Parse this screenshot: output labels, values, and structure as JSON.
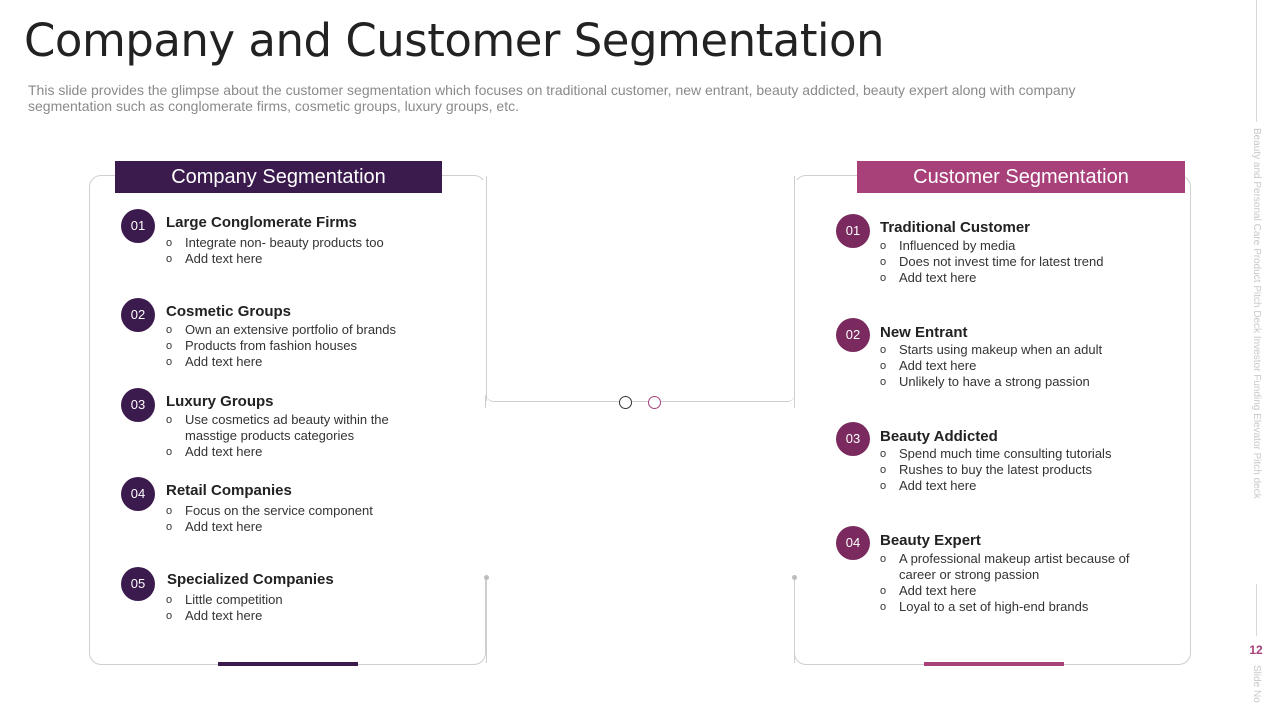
{
  "title": "Company and Customer Segmentation",
  "subtitle": "This slide provides the glimpse about the customer segmentation which focuses on traditional customer, new entrant, beauty addicted, beauty expert along with company segmentation such as conglomerate firms, cosmetic groups, luxury groups, etc.",
  "colors": {
    "dark_purple": "#3b1a4d",
    "magenta": "#a8407a",
    "badge_purple": "#3b1a4d",
    "badge_magenta": "#7a2a5e"
  },
  "bullet_glyph": "o",
  "company": {
    "header": "Company Segmentation",
    "items": [
      {
        "num": "01",
        "title": "Large Conglomerate Firms",
        "bullets": [
          "Integrate  non- beauty products too",
          "Add text here"
        ]
      },
      {
        "num": "02",
        "title": "Cosmetic Groups",
        "bullets": [
          "Own an extensive  portfolio  of brands",
          "Products from fashion  houses",
          "Add text here"
        ]
      },
      {
        "num": "03",
        "title": "Luxury Groups",
        "bullets": [
          "Use cosmetics ad beauty  within the masstige products categories",
          "Add text here"
        ]
      },
      {
        "num": "04",
        "title": "Retail Companies",
        "bullets": [
          "Focus on the service  component",
          "Add text here"
        ]
      },
      {
        "num": "05",
        "title": "Specialized Companies",
        "bullets": [
          "Little competition",
          "Add text here"
        ]
      }
    ]
  },
  "customer": {
    "header": "Customer Segmentation",
    "items": [
      {
        "num": "01",
        "title": "Traditional Customer",
        "bullets": [
          "Influenced  by media",
          "Does not invest time for latest trend",
          "Add text here"
        ]
      },
      {
        "num": "02",
        "title": "New Entrant",
        "bullets": [
          "Starts using makeup when  an adult",
          "Add text here",
          "Unlikely to have  a strong passion"
        ]
      },
      {
        "num": "03",
        "title": "Beauty Addicted",
        "bullets": [
          "Spend much time consulting tutorials",
          "Rushes to buy the latest products",
          "Add text here"
        ]
      },
      {
        "num": "04",
        "title": "Beauty Expert",
        "bullets": [
          "A professional  makeup artist because of career or strong passion",
          "Add text here",
          "Loyal to a set of high-end  brands"
        ]
      }
    ]
  },
  "side_text": "Beauty and Personal Care Product Pitch Deck Investor Funding Elevator Pitch deck",
  "slide_number": "12",
  "slide_label": "Slide No"
}
